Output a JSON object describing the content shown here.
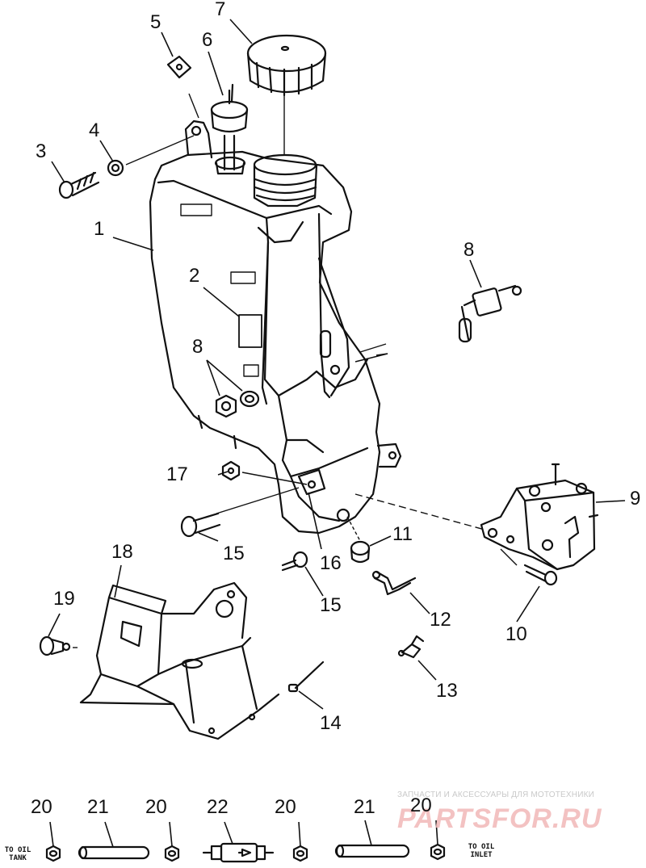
{
  "callouts": {
    "c1": "1",
    "c2": "2",
    "c3": "3",
    "c4": "4",
    "c5": "5",
    "c6": "6",
    "c7": "7",
    "c8a": "8",
    "c8b": "8",
    "c9": "9",
    "c10": "10",
    "c11": "11",
    "c12": "12",
    "c13": "13",
    "c14": "14",
    "c15a": "15",
    "c15b": "15",
    "c16": "16",
    "c17": "17",
    "c18": "18",
    "c19": "19",
    "c20a": "20",
    "c20b": "20",
    "c20c": "20",
    "c20d": "20",
    "c21a": "21",
    "c21b": "21",
    "c22": "22"
  },
  "hose_labels": {
    "to_oil_tank": "TO OIL\nTANK",
    "to_oil_inlet": "TO OIL\nINLET"
  },
  "watermark": {
    "tagline": "ЗАПЧАСТИ И АКСЕССУАРЫ ДЛЯ МОТОТЕХНИКИ",
    "brand": "PARTSFOR.RU"
  },
  "colors": {
    "ink": "#111111",
    "watermark_brand": "#f2b8b8",
    "watermark_tagline": "#c9c9c9"
  }
}
